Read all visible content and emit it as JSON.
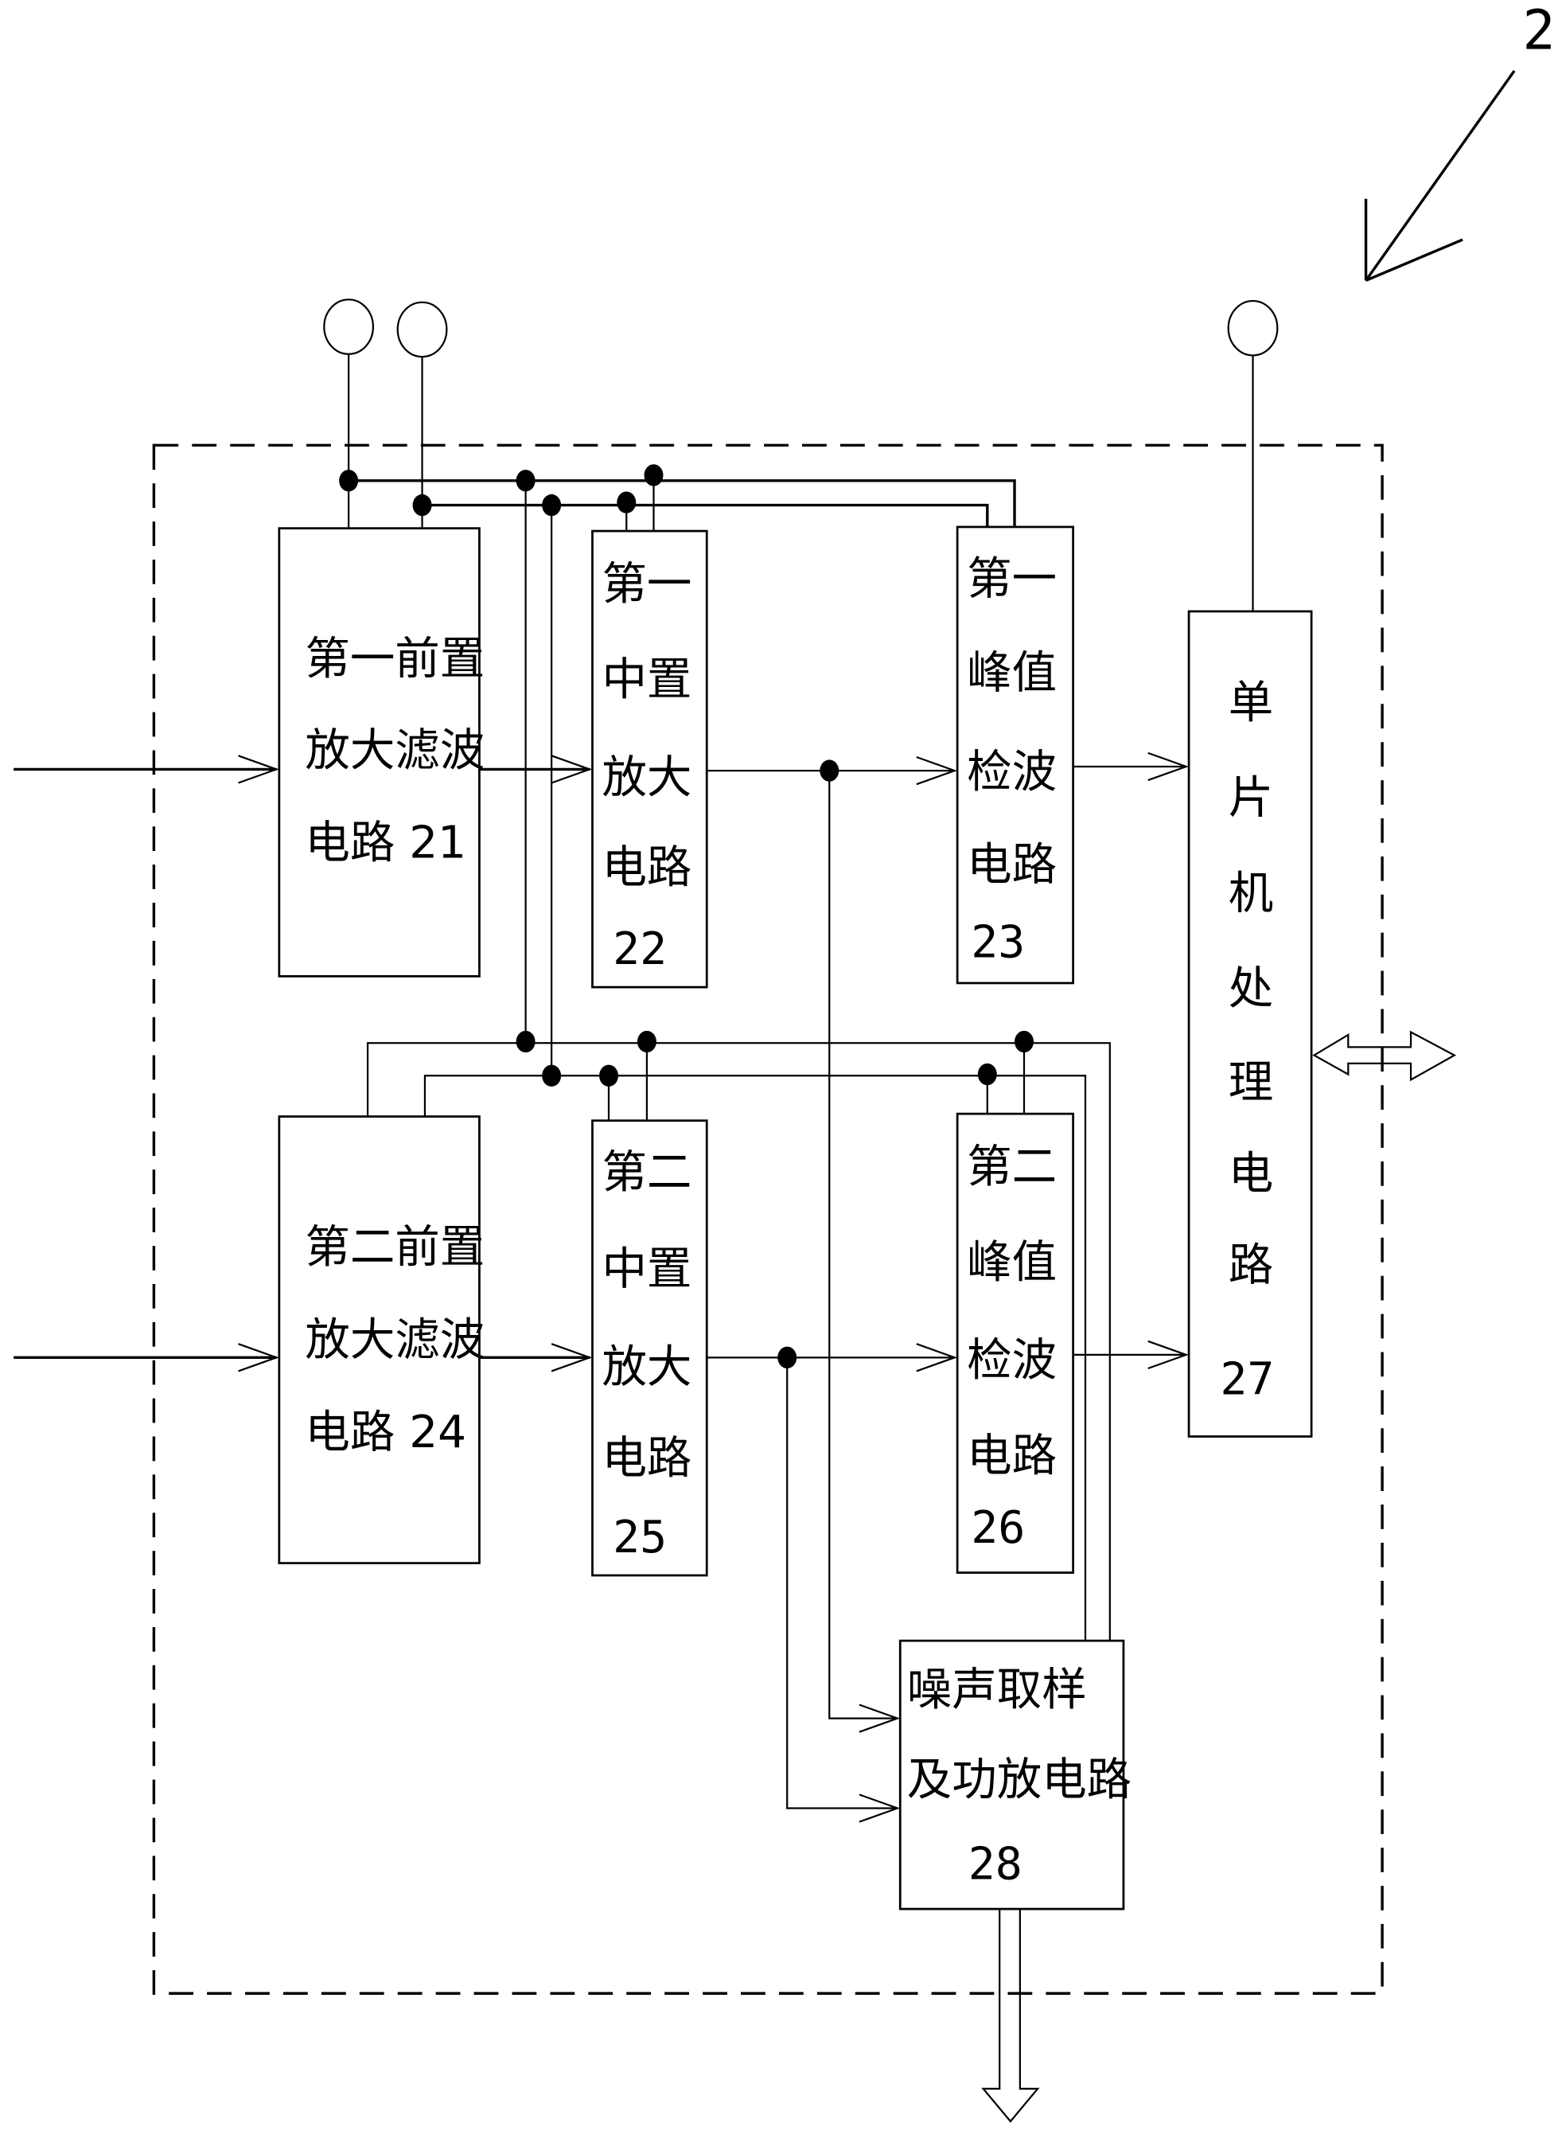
{
  "figure": {
    "reference_numeral": "2",
    "colors": {
      "line": "#000000",
      "background": "#ffffff"
    }
  },
  "blocks": {
    "b21": {
      "lines": [
        "第一前置",
        "放大滤波",
        "电路 21"
      ]
    },
    "b22": {
      "lines": [
        "第一",
        "中置",
        "放大",
        "电路",
        "22"
      ]
    },
    "b23": {
      "lines": [
        "第一",
        "峰值",
        "检波",
        "电路",
        "23"
      ]
    },
    "b24": {
      "lines": [
        "第二前置",
        "放大滤波",
        "电路 24"
      ]
    },
    "b25": {
      "lines": [
        "第二",
        "中置",
        "放大",
        "电路",
        "25"
      ]
    },
    "b26": {
      "lines": [
        "第二",
        "峰值",
        "检波",
        "电路",
        "26"
      ]
    },
    "b27": {
      "lines": [
        "单",
        "片",
        "机",
        "处",
        "理",
        "电",
        "路",
        "27"
      ]
    },
    "b28": {
      "lines": [
        "噪声取样",
        "及功放电路",
        "28"
      ]
    }
  },
  "terminals": [
    {
      "id": "terminal-1",
      "icon": "terminal-circle"
    },
    {
      "id": "terminal-2",
      "icon": "terminal-circle"
    },
    {
      "id": "terminal-3",
      "icon": "terminal-circle"
    }
  ]
}
